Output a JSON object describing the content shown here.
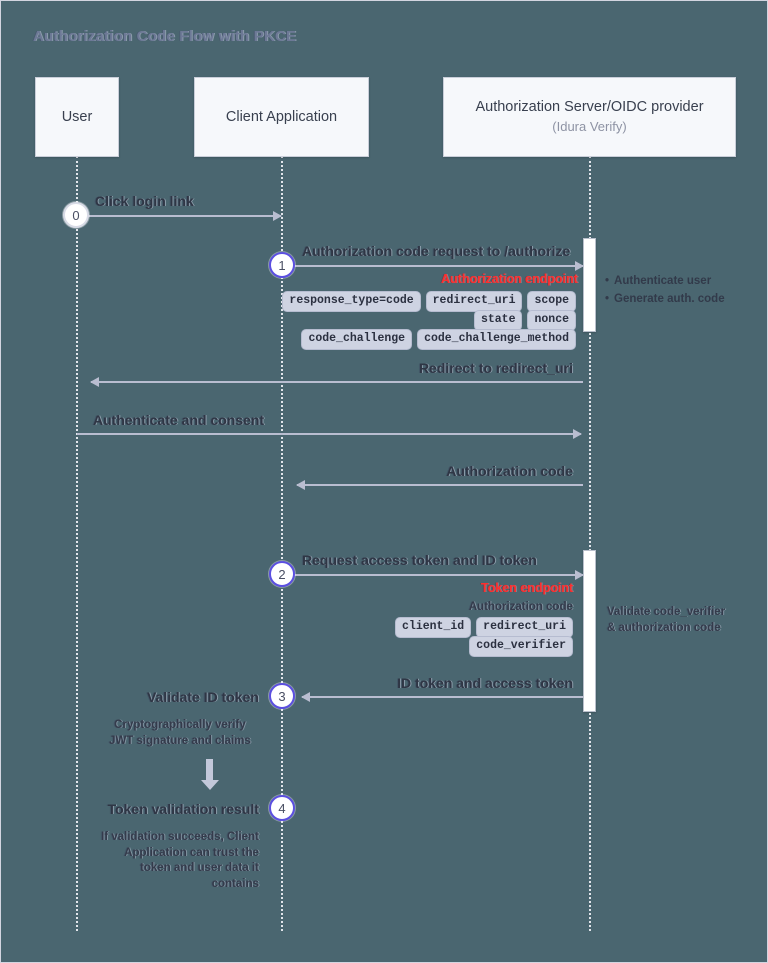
{
  "diagram": {
    "title": "Authorization Code Flow with PKCE",
    "type": "sequence-diagram",
    "background_color": "#4a6670",
    "accent_color": "#5b4fe0",
    "endpoint_color": "#ff2d2d"
  },
  "participants": [
    {
      "id": "user",
      "title": "User",
      "subtitle": ""
    },
    {
      "id": "client",
      "title": "Client Application",
      "subtitle": ""
    },
    {
      "id": "server",
      "title": "Authorization Server/OIDC provider",
      "subtitle": "(Idura Verify)"
    }
  ],
  "steps": [
    {
      "number": "0",
      "highlight": false
    },
    {
      "number": "1",
      "highlight": true
    },
    {
      "number": "2",
      "highlight": true
    },
    {
      "number": "3",
      "highlight": true
    },
    {
      "number": "4",
      "highlight": true
    }
  ],
  "messages": [
    {
      "label": "Click login link",
      "from": "user",
      "to": "client",
      "direction": "right"
    },
    {
      "label": "Authorization code request to /authorize",
      "from": "client",
      "to": "server",
      "direction": "right"
    },
    {
      "label": "Redirect to redirect_uri",
      "from": "server",
      "to": "user",
      "direction": "left"
    },
    {
      "label": "Authenticate and consent",
      "from": "user",
      "to": "server",
      "direction": "right"
    },
    {
      "label": "Authorization code",
      "from": "server",
      "to": "client",
      "direction": "left"
    },
    {
      "label": "Request access token and ID token",
      "from": "client",
      "to": "server",
      "direction": "right"
    },
    {
      "label": "ID token and access token",
      "from": "server",
      "to": "client",
      "direction": "left"
    }
  ],
  "endpoints": [
    {
      "label": "Authorization endpoint"
    },
    {
      "label": "Token endpoint"
    }
  ],
  "authorize_params": [
    [
      "response_type=code",
      "redirect_uri",
      "scope"
    ],
    [
      "state",
      "nonce"
    ],
    [
      "code_challenge",
      "code_challenge_method"
    ]
  ],
  "token_params": {
    "plain_label": "Authorization code",
    "rows": [
      [
        "client_id",
        "redirect_uri"
      ],
      [
        "code_verifier"
      ]
    ]
  },
  "server_notes": [
    {
      "bullets": [
        "Authenticate user",
        "Generate auth. code"
      ]
    },
    {
      "text": "Validate code_verifier\n& authorization code"
    }
  ],
  "client_notes": [
    {
      "title": "Validate ID token",
      "body": "Cryptographically verify\nJWT signature and claims"
    },
    {
      "title": "Token validation result",
      "body": "If validation succeeds, Client Application can trust the token and user data it contains"
    }
  ]
}
